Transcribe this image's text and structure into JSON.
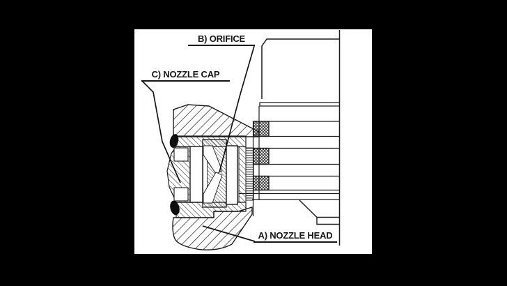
{
  "scene": {
    "background_color": "#000000",
    "canvas_color": "#ffffff",
    "ink_color": "#1b1b1b",
    "description": "Cross-section engineering diagram of a spray nozzle assembly"
  },
  "labels": {
    "orifice": "B) ORIFICE",
    "nozzle_cap": "C) NOZZLE CAP",
    "nozzle_head": "A) NOZZLE HEAD"
  }
}
